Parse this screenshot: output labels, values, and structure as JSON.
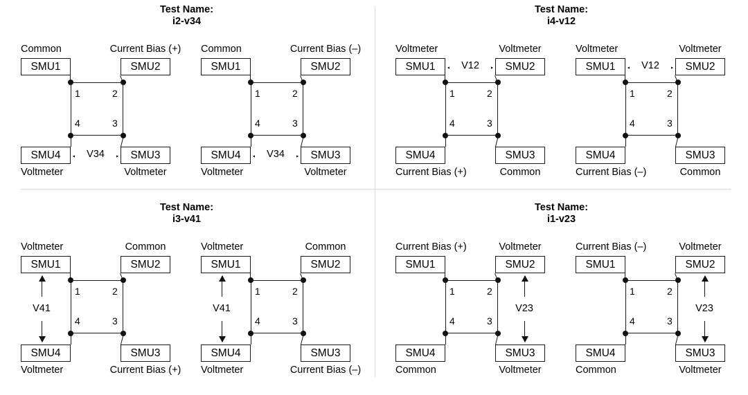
{
  "figure": {
    "title_prefix": "Test Name:",
    "background": "#ffffff",
    "line_color": "#1a1a1a",
    "divider_color": "#d9d9d9"
  },
  "labels": {
    "common": "Common",
    "voltmeter": "Voltmeter",
    "bias_plus": "Current Bias (+)",
    "bias_minus": "Current Bias (–)",
    "smu1": "SMU1",
    "smu2": "SMU2",
    "smu3": "SMU3",
    "smu4": "SMU4",
    "n1": "1",
    "n2": "2",
    "n3": "3",
    "n4": "4"
  },
  "panels": [
    {
      "id": "i2-v34",
      "title_line1": "Test Name:",
      "title_line2": "i2-v34",
      "measurement": "V34",
      "measurement_orientation": "horizontal-bottom",
      "diagrams": [
        {
          "polarity": "+",
          "roles": {
            "smu1": "Common",
            "smu2": "Current Bias (+)",
            "smu3": "Voltmeter",
            "smu4": "Voltmeter"
          },
          "boxes": {
            "smu1": "SMU1",
            "smu2": "SMU2",
            "smu3": "SMU3",
            "smu4": "SMU4"
          },
          "measurement": "V34"
        },
        {
          "polarity": "–",
          "roles": {
            "smu1": "Common",
            "smu2": "Current Bias (–)",
            "smu3": "Voltmeter",
            "smu4": "Voltmeter"
          },
          "boxes": {
            "smu1": "SMU1",
            "smu2": "SMU2",
            "smu3": "SMU3",
            "smu4": "SMU4"
          },
          "measurement": "V34"
        }
      ]
    },
    {
      "id": "i4-v12",
      "title_line1": "Test Name:",
      "title_line2": "i4-v12",
      "measurement": "V12",
      "measurement_orientation": "horizontal-top",
      "diagrams": [
        {
          "polarity": "+",
          "roles": {
            "smu1": "Voltmeter",
            "smu2": "Voltmeter",
            "smu3": "Common",
            "smu4": "Current Bias (+)"
          },
          "boxes": {
            "smu1": "SMU1",
            "smu2": "SMU2",
            "smu3": "SMU3",
            "smu4": "SMU4"
          },
          "measurement": "V12"
        },
        {
          "polarity": "–",
          "roles": {
            "smu1": "Voltmeter",
            "smu2": "Voltmeter",
            "smu3": "Common",
            "smu4": "Current Bias (–)"
          },
          "boxes": {
            "smu1": "SMU1",
            "smu2": "SMU2",
            "smu3": "SMU3",
            "smu4": "SMU4"
          },
          "measurement": "V12"
        }
      ]
    },
    {
      "id": "i3-v41",
      "title_line1": "Test Name:",
      "title_line2": "i3-v41",
      "measurement": "V41",
      "measurement_orientation": "vertical-left",
      "diagrams": [
        {
          "polarity": "+",
          "roles": {
            "smu1": "Voltmeter",
            "smu2": "Common",
            "smu3": "Current Bias (+)",
            "smu4": "Voltmeter"
          },
          "boxes": {
            "smu1": "SMU1",
            "smu2": "SMU2",
            "smu3": "SMU3",
            "smu4": "SMU4"
          },
          "measurement": "V41"
        },
        {
          "polarity": "–",
          "roles": {
            "smu1": "Voltmeter",
            "smu2": "Common",
            "smu3": "Current Bias (–)",
            "smu4": "Voltmeter"
          },
          "boxes": {
            "smu1": "SMU1",
            "smu2": "SMU2",
            "smu3": "SMU3",
            "smu4": "SMU4"
          },
          "measurement": "V41"
        }
      ]
    },
    {
      "id": "i1-v23",
      "title_line1": "Test Name:",
      "title_line2": "i1-v23",
      "measurement": "V23",
      "measurement_orientation": "vertical-right",
      "diagrams": [
        {
          "polarity": "+",
          "roles": {
            "smu1": "Current Bias (+)",
            "smu2": "Voltmeter",
            "smu3": "Voltmeter",
            "smu4": "Common"
          },
          "boxes": {
            "smu1": "SMU1",
            "smu2": "SMU2",
            "smu3": "SMU3",
            "smu4": "SMU4"
          },
          "measurement": "V23"
        },
        {
          "polarity": "–",
          "roles": {
            "smu1": "Current Bias (–)",
            "smu2": "Voltmeter",
            "smu3": "Voltmeter",
            "smu4": "Common"
          },
          "boxes": {
            "smu1": "SMU1",
            "smu2": "SMU2",
            "smu3": "SMU3",
            "smu4": "SMU4"
          },
          "measurement": "V23"
        }
      ]
    }
  ]
}
